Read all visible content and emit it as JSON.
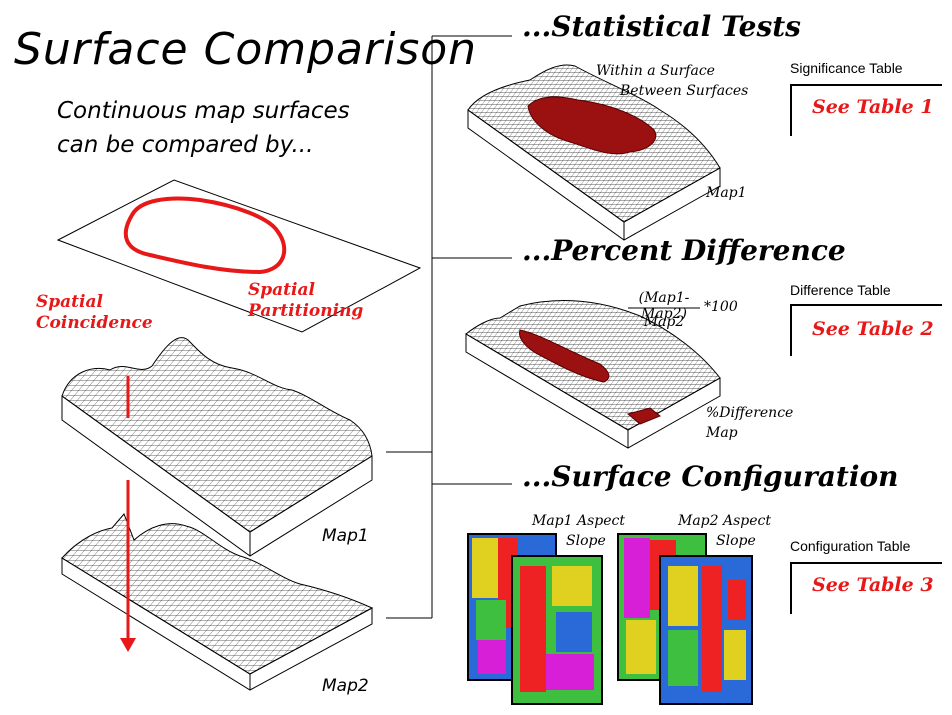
{
  "title": "Surface Comparison",
  "intro": {
    "line1": "Continuous map surfaces",
    "line2": "can be compared by..."
  },
  "labels": {
    "spatial_coincidence": [
      "Spatial",
      "Coincidence"
    ],
    "spatial_partitioning": [
      "Spatial",
      "Partitioning"
    ],
    "map1": "Map1",
    "map2": "Map2"
  },
  "sections": {
    "stat": {
      "heading": "...Statistical Tests",
      "note1": "Within a Surface",
      "note2": "Between Surfaces",
      "map_label": "Map1",
      "table_caption": "Significance Table",
      "table_link": "See Table 1"
    },
    "pct": {
      "heading": "...Percent Difference",
      "numerator": "(Map1-Map2)",
      "denominator": "Map2",
      "multiplier": "*100",
      "map_label1": "%Difference",
      "map_label2": "Map",
      "table_caption": "Difference Table",
      "table_link": "See Table 2"
    },
    "config": {
      "heading": "...Surface Configuration",
      "map1_aspect": "Map1 Aspect",
      "map1_slope": "Slope",
      "map2_aspect": "Map2 Aspect",
      "map2_slope": "Slope",
      "table_caption": "Configuration Table",
      "table_link": "See Table 3"
    }
  },
  "colors": {
    "accent_red": "#e81818",
    "surface_fill": "#9b1010"
  }
}
